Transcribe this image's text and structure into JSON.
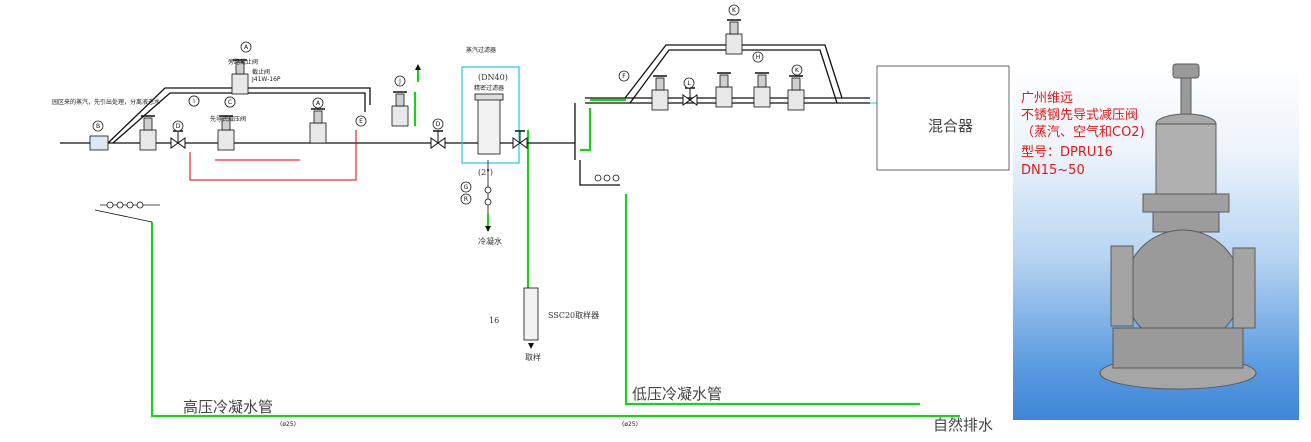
{
  "labels": {
    "pipe_hp": "高压冷凝水管",
    "pipe_lp": "低压冷凝水管",
    "pipe_hp_size": "(ø25)",
    "pipe_lp_size": "(ø25)",
    "natural_drain": "自然排水",
    "mixer": "混合器",
    "condensate": "冷凝水",
    "sample": "取样",
    "sampler": "SSC20取样器",
    "sampler_num": "16",
    "filter_size": "(DN40)",
    "filter_name": "精密过滤器",
    "filter_small_top": "蒸汽过滤器",
    "filter_bottom": "(2\")",
    "source_note": "园区来的蒸汽，先引出处理，分离液态水",
    "bypass_valve": "旁路截止阀",
    "stop_valve_top": "截止阀",
    "stop_valve_top_spec": "J41W-16P",
    "first_valve": "先导式减压阀"
  },
  "tags": [
    "A",
    "A",
    "A",
    "B",
    "C",
    "D",
    "D",
    "E",
    "E",
    "F",
    "G",
    "H",
    "I",
    "J",
    "K",
    "K",
    "L",
    "R"
  ],
  "photo": {
    "line1": "广州维远",
    "line2": "不锈钢先导式减压阀",
    "line3": "（蒸汽、空气和CO2)",
    "line4": "型号：DPRU16",
    "line5": "DN15~50"
  },
  "colors": {
    "pipe": "#111111",
    "condensate_pipe": "#22cc22",
    "red_line": "#e00000",
    "note_magenta": "#e000c8",
    "filter_box": "#20c8e0",
    "photo_bg": "#3e86d8",
    "photo_text": "#e01818"
  }
}
